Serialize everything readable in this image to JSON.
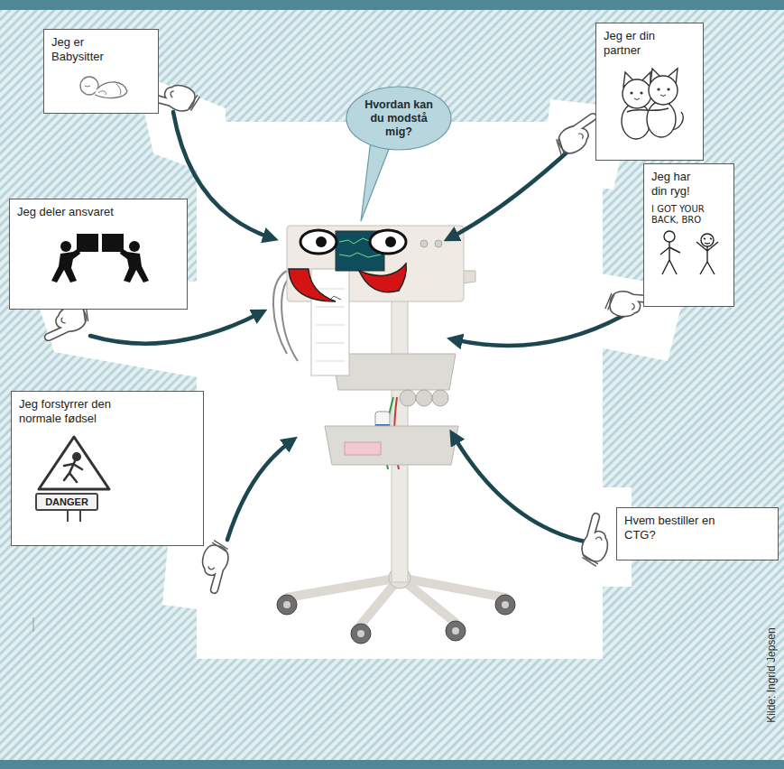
{
  "diagram": {
    "nodes": [
      {
        "text": [
          "Jeg er Babysitter"
        ]
      },
      {
        "text": [
          "Hvordan kan du modstå mig?"
        ]
      },
      {
        "text": [
          "Jeg er din partner"
        ]
      },
      {
        "text": [
          "Jeg har din ryg!",
          "I GOT YOUR BACK, BRO"
        ]
      },
      {
        "text": [
          "Jeg deler ansvaret"
        ]
      },
      {
        "text": [
          "Jeg forstyrrer den normale fødsel",
          "DANGER"
        ]
      },
      {
        "text": [
          "Hvem bestiller en CTG?"
        ]
      }
    ],
    "labels": [
      "Kilde: Ingrid Jepsen"
    ]
  }
}
